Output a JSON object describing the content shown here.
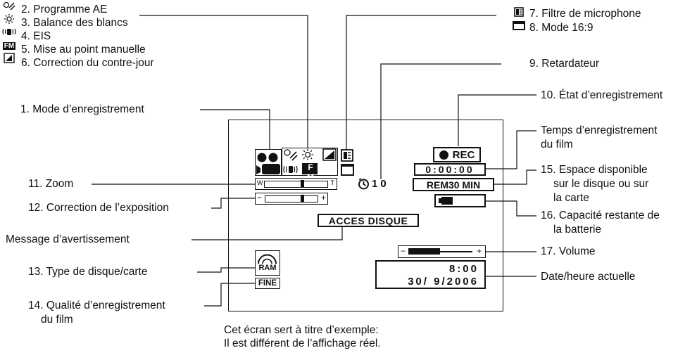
{
  "labels": {
    "l2": "2. Programme AE",
    "l3": "3. Balance des blancs",
    "l4": "4. EIS",
    "l5": "5. Mise au point manuelle",
    "l6": "6. Correction du contre-jour",
    "l1": "1. Mode d’enregistrement",
    "l11": "11. Zoom",
    "l12": "12. Correction de l’exposition",
    "warn": "Message d’avertissement",
    "l13": "13. Type de disque/carte",
    "l14a": "14. Qualité d’enregistrement",
    "l14b": "du film",
    "l7": "7. Filtre de microphone",
    "l8": "8. Mode 16:9",
    "l9": "9. Retardateur",
    "l10": "10. État d’enregistrement",
    "rec_time_a": "Temps d’enregistrement",
    "rec_time_b": "du film",
    "l15a": "15. Espace disponible",
    "l15b": "sur le disque ou sur",
    "l15c": "la carte",
    "l16a": "16. Capacité restante de",
    "l16b": "la batterie",
    "l17": "17. Volume",
    "datetime": "Date/heure actuelle"
  },
  "icons": {
    "ae_program": "ae-program-icon",
    "white_balance": "white-balance-icon",
    "eis": "eis-hand-icon",
    "manual_focus": "manual-focus-icon",
    "backlight": "backlight-icon",
    "mic_filter": "mic-filter-icon",
    "wide_16_9": "wide-16-9-icon"
  },
  "osd": {
    "timer": "10",
    "rec": "REC",
    "counter": "0:00:00",
    "rem": "REM30 MIN",
    "warning": "ACCES DISQUE",
    "disc_type": "RAM",
    "quality": "FINE",
    "time": "8:00",
    "date": "30/ 9/2006",
    "fm": "F M",
    "zoom_w": "W",
    "zoom_t": "T",
    "minus": "−",
    "plus": "+",
    "zoom_level": 0.6,
    "exposure_level": 0.7,
    "volume_level": 0.5
  },
  "note": {
    "line1": "Cet écran sert à titre d’exemple:",
    "line2": "Il est différent de l’affichage réel."
  }
}
